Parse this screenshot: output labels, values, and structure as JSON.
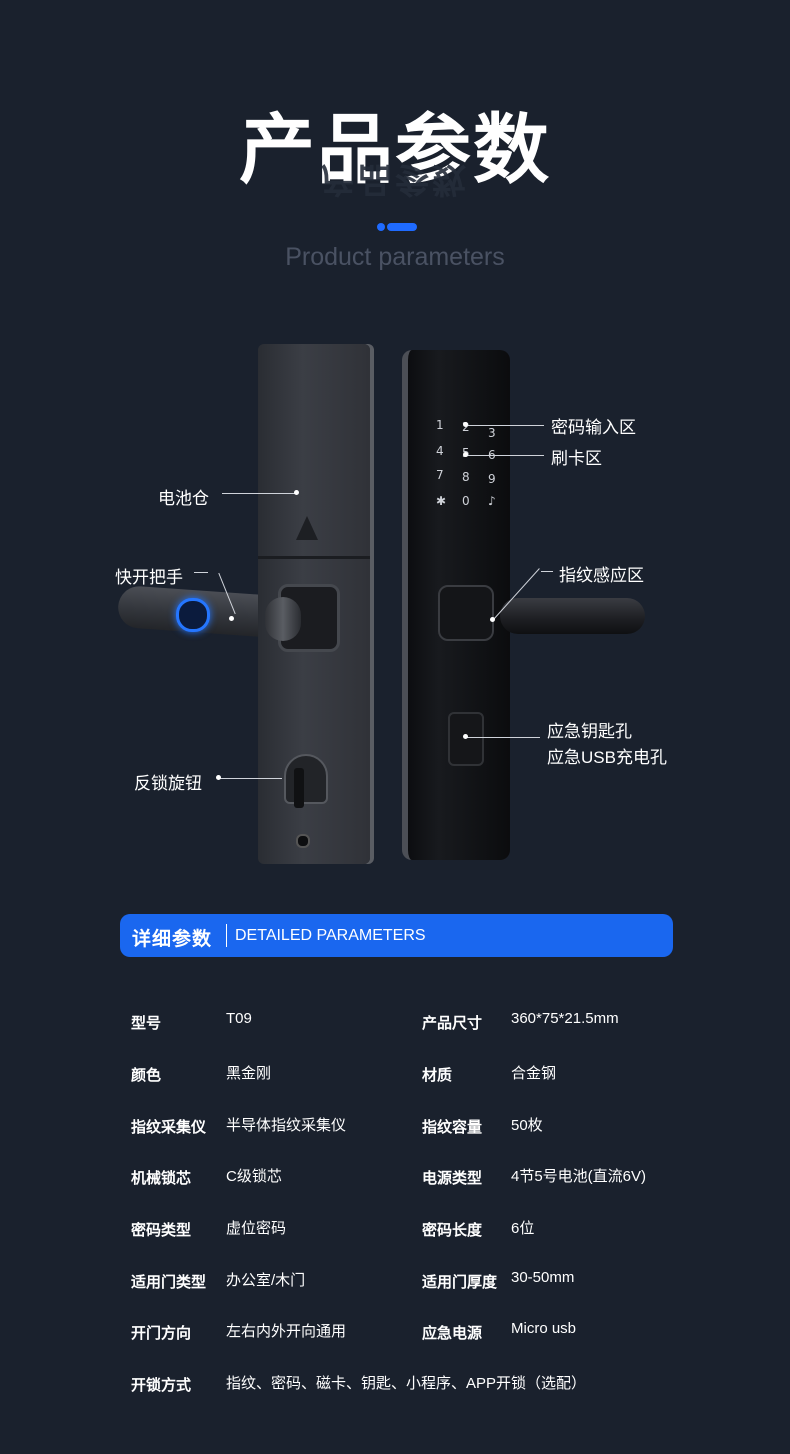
{
  "header": {
    "title": "产品参数",
    "subtitle": "Product parameters"
  },
  "callouts": {
    "password_area": "密码输入区",
    "card_area": "刷卡区",
    "battery": "电池仓",
    "quick_handle": "快开把手",
    "fingerprint": "指纹感应区",
    "emergency_key": "应急钥匙孔",
    "emergency_usb": "应急USB充电孔",
    "anti_lock_knob": "反锁旋钮"
  },
  "keypad": [
    "1",
    "2",
    "3",
    "4",
    "5",
    "6",
    "7",
    "8",
    "9",
    "✱",
    "0",
    "♪"
  ],
  "banner": {
    "cn": "详细参数",
    "en": "DETAILED PARAMETERS"
  },
  "specs": [
    {
      "l1": "型号",
      "v1": "T09",
      "l2": "产品尺寸",
      "v2": "360*75*21.5mm"
    },
    {
      "l1": "颜色",
      "v1": "黑金刚",
      "l2": "材质",
      "v2": "合金钢"
    },
    {
      "l1": "指纹采集仪",
      "v1": "半导体指纹采集仪",
      "l2": "指纹容量",
      "v2": "50枚"
    },
    {
      "l1": "机械锁芯",
      "v1": "C级锁芯",
      "l2": "电源类型",
      "v2": "4节5号电池(直流6V)"
    },
    {
      "l1": "密码类型",
      "v1": "虚位密码",
      "l2": "密码长度",
      "v2": "6位"
    },
    {
      "l1": "适用门类型",
      "v1": "办公室/木门",
      "l2": "适用门厚度",
      "v2": "30-50mm"
    },
    {
      "l1": "开门方向",
      "v1": "左右内外开向通用",
      "l2": "应急电源",
      "v2": "Micro usb"
    },
    {
      "l1": "开锁方式",
      "v1": "指纹、密码、磁卡、钥匙、小程序、APP开锁（选配）",
      "l2": "",
      "v2": ""
    }
  ],
  "colors": {
    "background": "#1a212d",
    "accent": "#1a67ef",
    "fingerprint_glow": "#2576ff"
  }
}
